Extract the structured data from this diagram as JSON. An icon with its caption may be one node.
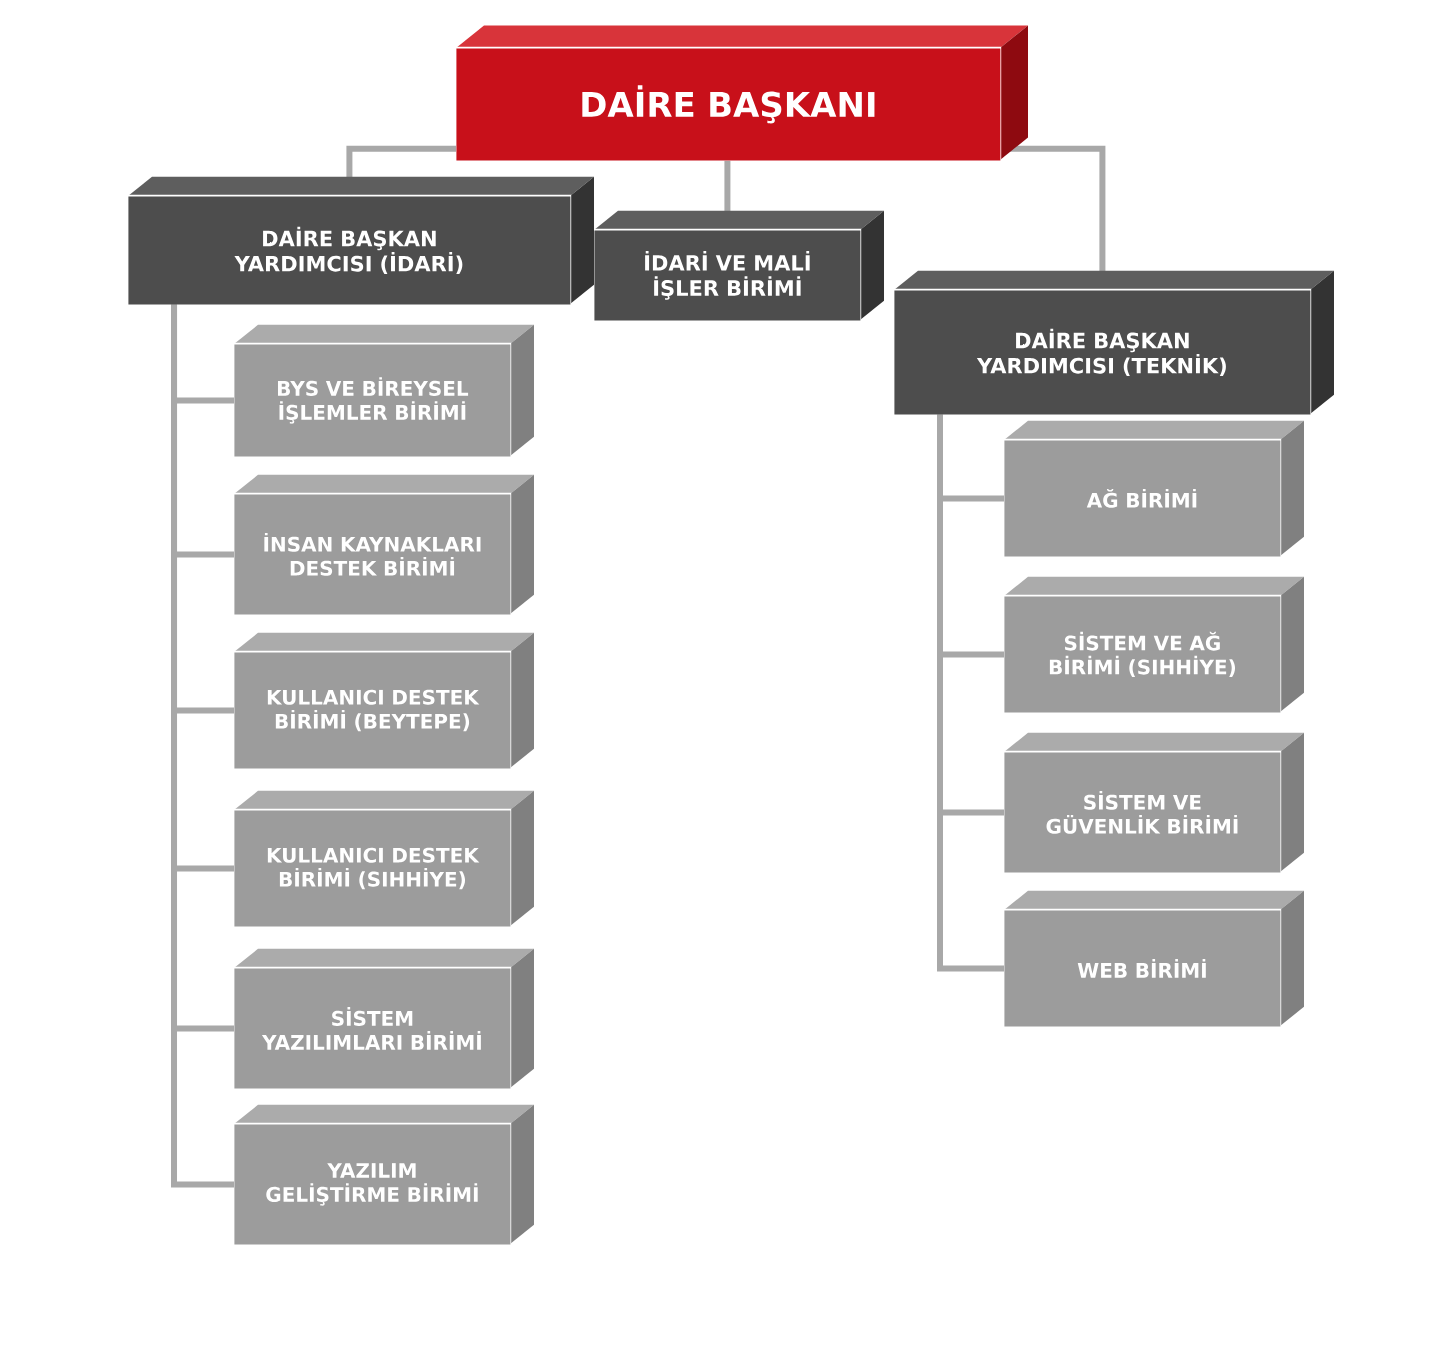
{
  "diagram": {
    "nodes": [
      {
        "text": [
          "DAİRE BAŞKANI"
        ]
      },
      {
        "text": [
          "DAİRE BAŞKAN YARDIMCISI (İDARİ)"
        ]
      },
      {
        "text": [
          "İDARİ VE MALİ İŞLER BİRİMİ"
        ]
      },
      {
        "text": [
          "DAİRE BAŞKAN YARDIMCISI (TEKNİK)"
        ]
      },
      {
        "text": [
          "BYS VE BİREYSEL İŞLEMLER BİRİMİ"
        ]
      },
      {
        "text": [
          "İNSAN KAYNAKLARI DESTEK BİRİMİ"
        ]
      },
      {
        "text": [
          "KULLANICI DESTEK BİRİMİ (BEYTEPE)"
        ]
      },
      {
        "text": [
          "KULLANICI DESTEK BİRİMİ (SIHHİYE)"
        ]
      },
      {
        "text": [
          "SİSTEM YAZILIMLARI BİRİMİ"
        ]
      },
      {
        "text": [
          "YAZILIM GELİŞTİRME BİRİMİ"
        ]
      },
      {
        "text": [
          "AĞ BİRİMİ"
        ]
      },
      {
        "text": [
          "SİSTEM VE AĞ BİRİMİ (SIHHİYE)"
        ]
      },
      {
        "text": [
          "SİSTEM VE GÜVENLİK BİRİMİ"
        ]
      },
      {
        "text": [
          "WEB BİRİMİ"
        ]
      }
    ],
    "edges": [
      {
        "from": 0,
        "to": 1,
        "arrow": "none"
      },
      {
        "from": 0,
        "to": 2,
        "arrow": "none"
      },
      {
        "from": 0,
        "to": 3,
        "arrow": "none"
      },
      {
        "from": 1,
        "to": 4,
        "arrow": "none"
      },
      {
        "from": 1,
        "to": 5,
        "arrow": "none"
      },
      {
        "from": 1,
        "to": 6,
        "arrow": "none"
      },
      {
        "from": 1,
        "to": 7,
        "arrow": "none"
      },
      {
        "from": 1,
        "to": 8,
        "arrow": "none"
      },
      {
        "from": 1,
        "to": 9,
        "arrow": "none"
      },
      {
        "from": 3,
        "to": 10,
        "arrow": "none"
      },
      {
        "from": 3,
        "to": 11,
        "arrow": "none"
      },
      {
        "from": 3,
        "to": 12,
        "arrow": "none"
      },
      {
        "from": 3,
        "to": 13,
        "arrow": "none"
      }
    ]
  }
}
